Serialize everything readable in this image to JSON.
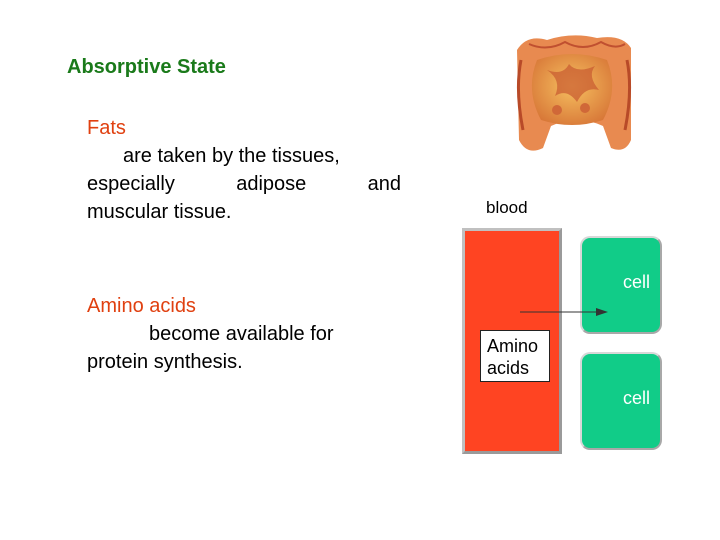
{
  "title": "Absorptive State",
  "fats": {
    "heading": "Fats",
    "line1": "are taken by the tissues,",
    "line2": "especially adipose and",
    "line3": "muscular tissue."
  },
  "amino": {
    "heading": "Amino acids",
    "line1": "become available for",
    "line2": "protein synthesis."
  },
  "diagram": {
    "blood_label": "blood",
    "amino_box": [
      "Amino",
      "acids"
    ],
    "cell_top": "cell",
    "cell_bottom": "cell"
  },
  "colors": {
    "title": "#1a7a1a",
    "heading": "#e04010",
    "blood": "#ff4422",
    "cell": "#11cc88"
  }
}
